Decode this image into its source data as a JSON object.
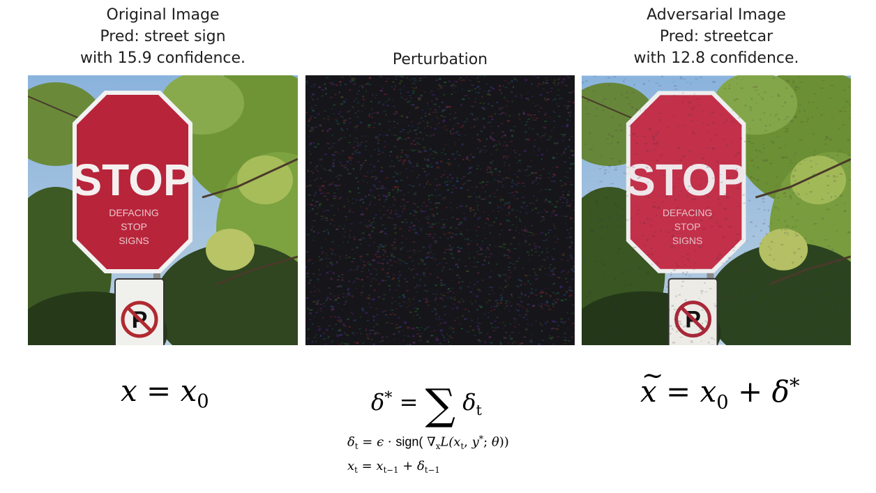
{
  "panels": [
    {
      "title_lines": [
        "Original Image",
        "Pred: street sign",
        "with 15.9 confidence."
      ],
      "image_alt": "Stop sign photo"
    },
    {
      "title_lines": [
        "Perturbation"
      ],
      "image_alt": "Perturbation noise"
    },
    {
      "title_lines": [
        "Adversarial Image",
        "Pred: streetcar",
        "with 12.8 confidence."
      ],
      "image_alt": "Adversarial stop sign photo"
    }
  ],
  "sign": {
    "main_text": "STOP",
    "overlay_lines": [
      "DEFACING",
      "STOP",
      "SIGNS"
    ],
    "lower_text": "P"
  },
  "formulas": {
    "left": {
      "lhs": "x",
      "rhs": "x",
      "rhs_sub": "0"
    },
    "middle": {
      "lhs": "δ",
      "lhs_sup": "*",
      "sum": "∑",
      "term": "δ",
      "term_sub": "t"
    },
    "right": {
      "lhs": "x",
      "a": "x",
      "a_sub": "0",
      "b": "δ",
      "b_sup": "*"
    },
    "update_1": {
      "lhs": "δ",
      "lhs_sub": "t",
      "eps": "ϵ",
      "sign_word": "sign(",
      "nabla": "∇",
      "nabla_sub": "x",
      "loss": "L(",
      "x": "x",
      "x_sub": "t",
      "y": "y",
      "y_sup": "*",
      "theta": "θ"
    },
    "update_2": {
      "lhs": "x",
      "lhs_sub": "t",
      "a": "x",
      "a_sub": "t−1",
      "b": "δ",
      "b_sub": "t−1"
    }
  },
  "colors": {
    "sign_red": "#b8243a",
    "sign_red_adv": "#c2304a",
    "foliage": "#5a7d2c",
    "sky": "#7fa9d6",
    "noise_bg": "#15151a"
  }
}
